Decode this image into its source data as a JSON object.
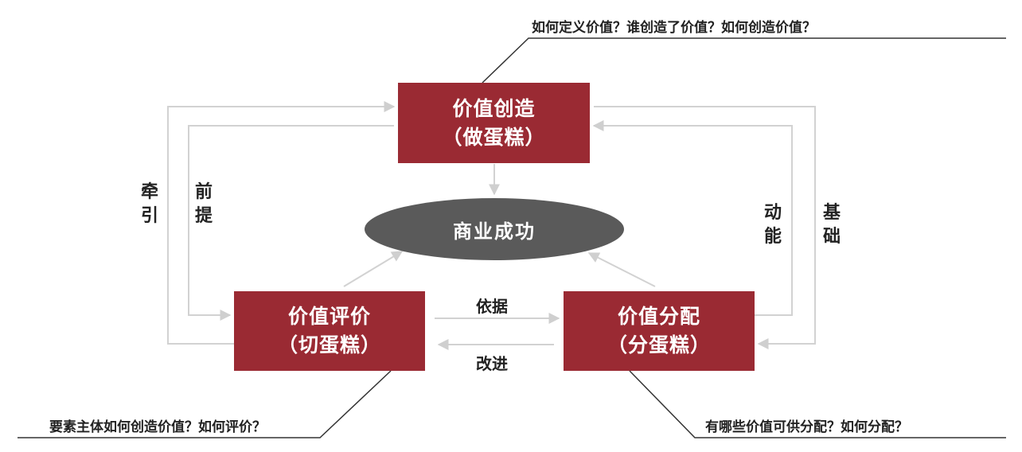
{
  "boxes": {
    "create": {
      "line1": "价值创造",
      "line2": "（做蛋糕）"
    },
    "evaluate": {
      "line1": "价值评价",
      "line2": "（切蛋糕）"
    },
    "distribute": {
      "line1": "价值分配",
      "line2": "（分蛋糕）"
    }
  },
  "center": {
    "label": "商业成功"
  },
  "side_labels": {
    "pull": [
      "牵",
      "引"
    ],
    "premise": [
      "前",
      "提"
    ],
    "motive": [
      "动",
      "能"
    ],
    "foundation": [
      "基",
      "础"
    ]
  },
  "edge_labels": {
    "basis": "依据",
    "improve": "改进"
  },
  "questions": {
    "top": "如何定义价值？谁创造了价值？如何创造价值？",
    "bottom_left": "要素主体如何创造价值？如何评价？",
    "bottom_right": "有哪些价值可供分配？如何分配？"
  },
  "colors": {
    "box": "#9a2a33",
    "ellipse": "#5a5a5a",
    "connector": "#d0d0d0",
    "callout_line": "#333333"
  }
}
